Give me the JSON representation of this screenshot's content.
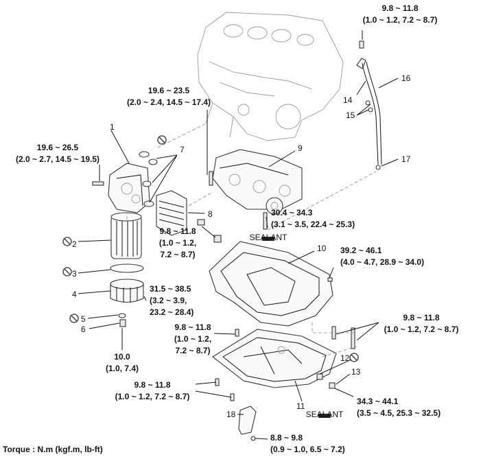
{
  "torque_note": "Torque : N.m (kgf.m, lb-ft)",
  "sealant_tag": "SEALANT",
  "torques": {
    "t_dipstick_bolt": [
      "9.8 ~ 11.8",
      "(1.0 ~ 1.2, 7.2 ~ 8.7)"
    ],
    "t_block_bolt": [
      "19.6 ~ 23.5",
      "(2.0 ~ 2.4, 14.5 ~ 17.4)"
    ],
    "t_filter_housing": [
      "19.6 ~ 26.5",
      "(2.0 ~ 2.7, 14.5 ~ 19.5)"
    ],
    "t_cooler": [
      "9.8 ~ 11.8",
      "(1.0 ~ 1.2,",
      "7.2 ~ 8.7)"
    ],
    "t_pump": [
      "30.4 ~ 34.3",
      "(3.1 ~ 3.5, 22.4 ~ 25.3)"
    ],
    "t_upper_pan": [
      "39.2 ~ 46.1",
      "(4.0 ~ 4.7, 28.9 ~ 34.0)"
    ],
    "t_filter_cap": [
      "31.5 ~ 38.5",
      "(3.2 ~ 3.9,",
      "23.2 ~ 28.4)"
    ],
    "t_lower_pan_top": [
      "9.8 ~ 11.8",
      "(1.0 ~ 1.2,",
      "7.2 ~ 8.7)"
    ],
    "t_pan_right": [
      "9.8 ~ 11.8",
      "(1.0 ~ 1.2, 7.2 ~ 8.7)"
    ],
    "t_drain": [
      "10.0",
      "(1.0, 7.4)"
    ],
    "t_lower_pan_left": [
      "9.8 ~ 11.8",
      "(1.0 ~ 1.2, 7.2 ~ 8.7)"
    ],
    "t_drain_plug": [
      "34.3 ~ 44.1",
      "(3.5 ~ 4.5, 25.3 ~ 32.5)"
    ],
    "t_bracket": [
      "8.8 ~ 9.8",
      "(0.9 ~ 1.0, 6.5 ~ 7.2)"
    ]
  },
  "callouts": [
    "1",
    "2",
    "3",
    "4",
    "5",
    "6",
    "7",
    "8",
    "9",
    "10",
    "11",
    "12",
    "13",
    "14",
    "15",
    "16",
    "17",
    "18"
  ]
}
